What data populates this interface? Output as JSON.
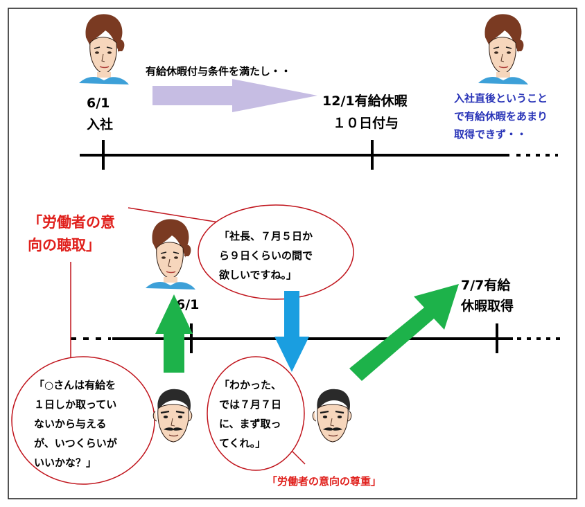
{
  "top_section": {
    "start_date": "6/1",
    "start_label": "入社",
    "condition_text": "有給休暇付与条件を満たし・・",
    "grant_line1": "12/1有給休暇",
    "grant_line2": "１０日付与",
    "note_lines": [
      "入社直後ということ",
      "で有給休暇をあまり",
      "取得できず・・"
    ]
  },
  "bottom_section": {
    "hearing_label_lines": [
      "「労働者の意",
      "向の聴取」"
    ],
    "employee_request_lines": [
      "「社長、７月５日か",
      "ら９日くらいの間で",
      "欲しいですね。」"
    ],
    "date_marker": "6/1",
    "acquire_line1": "7/7有給",
    "acquire_line2": "休暇取得",
    "boss_question_lines": [
      "「○さんは有給を",
      "１日しか取ってい",
      "ないから与える",
      "が、いつくらいが",
      "いいかな？」"
    ],
    "boss_answer_lines": [
      "「わかった、",
      "では７月７日",
      "に、まず取っ",
      "てくれ。」"
    ],
    "respect_label": "「労働者の意向の尊重」"
  },
  "icons": {
    "employee": "woman-face-icon",
    "boss": "man-face-icon"
  },
  "colors": {
    "label_red": "#e0201c",
    "note_blue": "#2a35b8",
    "arrow_lavender": "#c6bde3",
    "arrow_green": "#1db24a",
    "arrow_blue": "#1a9ee0",
    "callout_line": "#c0141c"
  }
}
